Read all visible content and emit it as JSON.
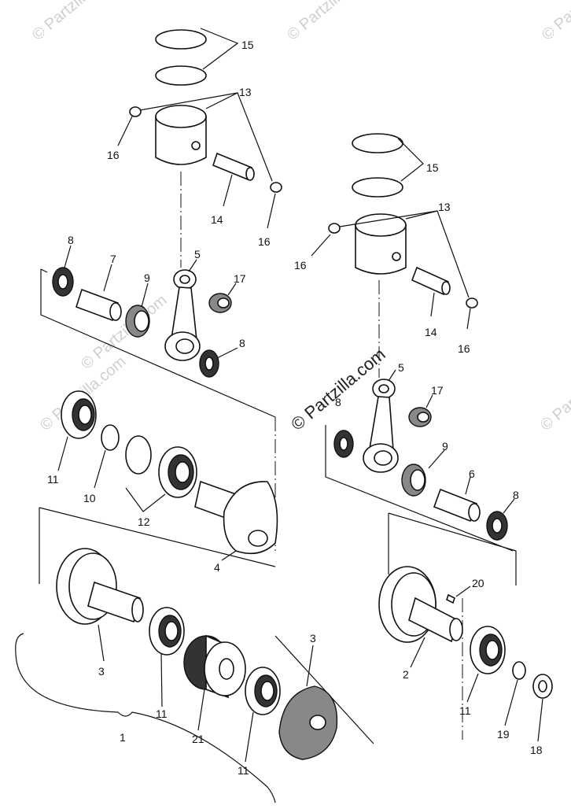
{
  "watermark": {
    "main_text": "© Partzilla.com",
    "faint_text": "© Partzilla.com"
  },
  "callouts": [
    {
      "id": "c15a",
      "text": "15"
    },
    {
      "id": "c13a",
      "text": "13"
    },
    {
      "id": "c16a",
      "text": "16"
    },
    {
      "id": "c14a",
      "text": "14"
    },
    {
      "id": "c16b",
      "text": "16"
    },
    {
      "id": "c8a",
      "text": "8"
    },
    {
      "id": "c7",
      "text": "7"
    },
    {
      "id": "c9a",
      "text": "9"
    },
    {
      "id": "c5a",
      "text": "5"
    },
    {
      "id": "c17a",
      "text": "17"
    },
    {
      "id": "c8b",
      "text": "8"
    },
    {
      "id": "c11a",
      "text": "11"
    },
    {
      "id": "c10",
      "text": "10"
    },
    {
      "id": "c12",
      "text": "12"
    },
    {
      "id": "c4",
      "text": "4"
    },
    {
      "id": "c3a",
      "text": "3"
    },
    {
      "id": "c11b",
      "text": "11"
    },
    {
      "id": "c21",
      "text": "21"
    },
    {
      "id": "c11c",
      "text": "11"
    },
    {
      "id": "c3b",
      "text": "3"
    },
    {
      "id": "c1",
      "text": "1"
    },
    {
      "id": "c15b",
      "text": "15"
    },
    {
      "id": "c13b",
      "text": "13"
    },
    {
      "id": "c16c",
      "text": "16"
    },
    {
      "id": "c14b",
      "text": "14"
    },
    {
      "id": "c16d",
      "text": "16"
    },
    {
      "id": "c5b",
      "text": "5"
    },
    {
      "id": "c8c",
      "text": "8"
    },
    {
      "id": "c17b",
      "text": "17"
    },
    {
      "id": "c9b",
      "text": "9"
    },
    {
      "id": "c6",
      "text": "6"
    },
    {
      "id": "c8d",
      "text": "8"
    },
    {
      "id": "c20",
      "text": "20"
    },
    {
      "id": "c2",
      "text": "2"
    },
    {
      "id": "c11d",
      "text": "11"
    },
    {
      "id": "c19",
      "text": "19"
    },
    {
      "id": "c18",
      "text": "18"
    }
  ]
}
